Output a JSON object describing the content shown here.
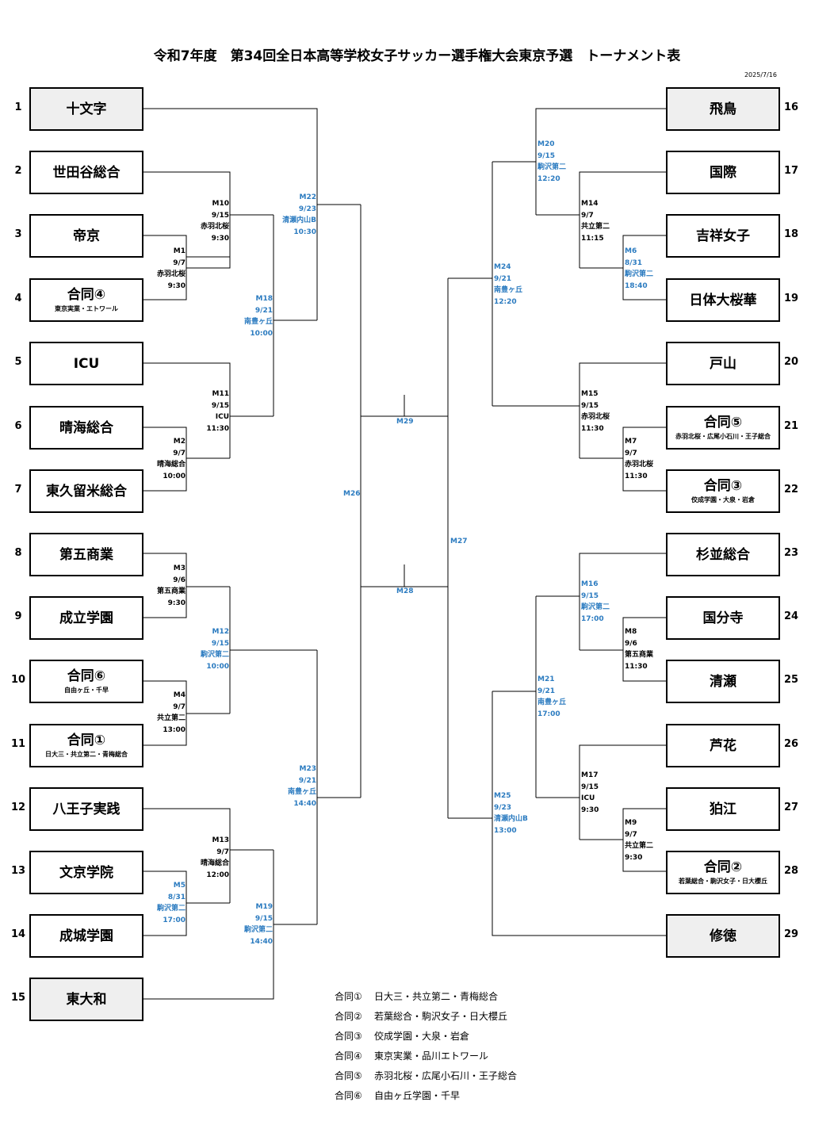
{
  "title": "令和7年度　第34回全日本高等学校女子サッカー選手権大会東京予選　トーナメント表",
  "date": "2025/7/16",
  "teams": [
    {
      "num": "1",
      "name": "十文字",
      "sub": "",
      "seed": true
    },
    {
      "num": "2",
      "name": "世田谷総合",
      "sub": "",
      "seed": false
    },
    {
      "num": "3",
      "name": "帝京",
      "sub": "",
      "seed": false
    },
    {
      "num": "4",
      "name": "合同④",
      "sub": "東京実業・エトワール",
      "seed": false
    },
    {
      "num": "5",
      "name": "ICU",
      "sub": "",
      "seed": false
    },
    {
      "num": "6",
      "name": "晴海総合",
      "sub": "",
      "seed": false
    },
    {
      "num": "7",
      "name": "東久留米総合",
      "sub": "",
      "seed": false
    },
    {
      "num": "8",
      "name": "第五商業",
      "sub": "",
      "seed": false
    },
    {
      "num": "9",
      "name": "成立学園",
      "sub": "",
      "seed": false
    },
    {
      "num": "10",
      "name": "合同⑥",
      "sub": "自由ヶ丘・千早",
      "seed": false
    },
    {
      "num": "11",
      "name": "合同①",
      "sub": "日大三・共立第二・青梅総合",
      "seed": false
    },
    {
      "num": "12",
      "name": "八王子実践",
      "sub": "",
      "seed": false
    },
    {
      "num": "13",
      "name": "文京学院",
      "sub": "",
      "seed": false
    },
    {
      "num": "14",
      "name": "成城学園",
      "sub": "",
      "seed": false
    },
    {
      "num": "15",
      "name": "東大和",
      "sub": "",
      "seed": true
    },
    {
      "num": "16",
      "name": "飛鳥",
      "sub": "",
      "seed": true
    },
    {
      "num": "17",
      "name": "国際",
      "sub": "",
      "seed": false
    },
    {
      "num": "18",
      "name": "吉祥女子",
      "sub": "",
      "seed": false
    },
    {
      "num": "19",
      "name": "日体大桜華",
      "sub": "",
      "seed": false
    },
    {
      "num": "20",
      "name": "戸山",
      "sub": "",
      "seed": false
    },
    {
      "num": "21",
      "name": "合同⑤",
      "sub": "赤羽北桜・広尾小石川・王子総合",
      "seed": false
    },
    {
      "num": "22",
      "name": "合同③",
      "sub": "佼成学園・大泉・岩倉",
      "seed": false
    },
    {
      "num": "23",
      "name": "杉並総合",
      "sub": "",
      "seed": false
    },
    {
      "num": "24",
      "name": "国分寺",
      "sub": "",
      "seed": false
    },
    {
      "num": "25",
      "name": "清瀬",
      "sub": "",
      "seed": false
    },
    {
      "num": "26",
      "name": "芦花",
      "sub": "",
      "seed": false
    },
    {
      "num": "27",
      "name": "狛江",
      "sub": "",
      "seed": false
    },
    {
      "num": "28",
      "name": "合同②",
      "sub": "若葉総合・駒沢女子・日大櫻丘",
      "seed": false
    },
    {
      "num": "29",
      "name": "修徳",
      "sub": "",
      "seed": true
    }
  ],
  "matches": [
    {
      "id": "M1",
      "date": "9/7",
      "venue": "赤羽北桜",
      "time": "9:30",
      "blue": false
    },
    {
      "id": "M2",
      "date": "9/7",
      "venue": "晴海総合",
      "time": "10:00",
      "blue": false
    },
    {
      "id": "M3",
      "date": "9/6",
      "venue": "第五商業",
      "time": "9:30",
      "blue": false
    },
    {
      "id": "M4",
      "date": "9/7",
      "venue": "共立第二",
      "time": "13:00",
      "blue": false
    },
    {
      "id": "M5",
      "date": "8/31",
      "venue": "駒沢第二",
      "time": "17:00",
      "blue": true
    },
    {
      "id": "M10",
      "date": "9/15",
      "venue": "赤羽北桜",
      "time": "9:30",
      "blue": false
    },
    {
      "id": "M11",
      "date": "9/15",
      "venue": "ICU",
      "time": "11:30",
      "blue": false
    },
    {
      "id": "M12",
      "date": "9/15",
      "venue": "駒沢第二",
      "time": "10:00",
      "blue": true
    },
    {
      "id": "M13",
      "date": "9/7",
      "venue": "晴海総合",
      "time": "12:00",
      "blue": false
    },
    {
      "id": "M18",
      "date": "9/21",
      "venue": "南豊ヶ丘",
      "time": "10:00",
      "blue": true
    },
    {
      "id": "M19",
      "date": "9/15",
      "venue": "駒沢第二",
      "time": "14:40",
      "blue": true
    },
    {
      "id": "M22",
      "date": "9/23",
      "venue": "清瀬内山B",
      "time": "10:30",
      "blue": true
    },
    {
      "id": "M23",
      "date": "9/21",
      "venue": "南豊ヶ丘",
      "time": "14:40",
      "blue": true
    },
    {
      "id": "M6",
      "date": "8/31",
      "venue": "駒沢第二",
      "time": "18:40",
      "blue": true
    },
    {
      "id": "M7",
      "date": "9/7",
      "venue": "赤羽北桜",
      "time": "11:30",
      "blue": false
    },
    {
      "id": "M8",
      "date": "9/6",
      "venue": "第五商業",
      "time": "11:30",
      "blue": false
    },
    {
      "id": "M9",
      "date": "9/7",
      "venue": "共立第二",
      "time": "9:30",
      "blue": false
    },
    {
      "id": "M14",
      "date": "9/7",
      "venue": "共立第二",
      "time": "11:15",
      "blue": false
    },
    {
      "id": "M15",
      "date": "9/15",
      "venue": "赤羽北桜",
      "time": "11:30",
      "blue": false
    },
    {
      "id": "M16",
      "date": "9/15",
      "venue": "駒沢第二",
      "time": "17:00",
      "blue": true
    },
    {
      "id": "M17",
      "date": "9/15",
      "venue": "ICU",
      "time": "9:30",
      "blue": false
    },
    {
      "id": "M20",
      "date": "9/15",
      "venue": "駒沢第二",
      "time": "12:20",
      "blue": true
    },
    {
      "id": "M21",
      "date": "9/21",
      "venue": "南豊ヶ丘",
      "time": "17:00",
      "blue": true
    },
    {
      "id": "M24",
      "date": "9/21",
      "venue": "南豊ヶ丘",
      "time": "12:20",
      "blue": true
    },
    {
      "id": "M25",
      "date": "9/23",
      "venue": "清瀬内山B",
      "time": "13:00",
      "blue": true
    }
  ],
  "final_labels": {
    "m26": "M26",
    "m27": "M27",
    "m28": "M28",
    "m29": "M29"
  },
  "legend": [
    {
      "key": "合同①",
      "value": "日大三・共立第二・青梅総合"
    },
    {
      "key": "合同②",
      "value": "若葉総合・駒沢女子・日大櫻丘"
    },
    {
      "key": "合同③",
      "value": "佼成学園・大泉・岩倉"
    },
    {
      "key": "合同④",
      "value": "東京実業・品川エトワール"
    },
    {
      "key": "合同⑤",
      "value": "赤羽北桜・広尾小石川・王子総合"
    },
    {
      "key": "合同⑥",
      "value": "自由ヶ丘学園・千早"
    }
  ]
}
